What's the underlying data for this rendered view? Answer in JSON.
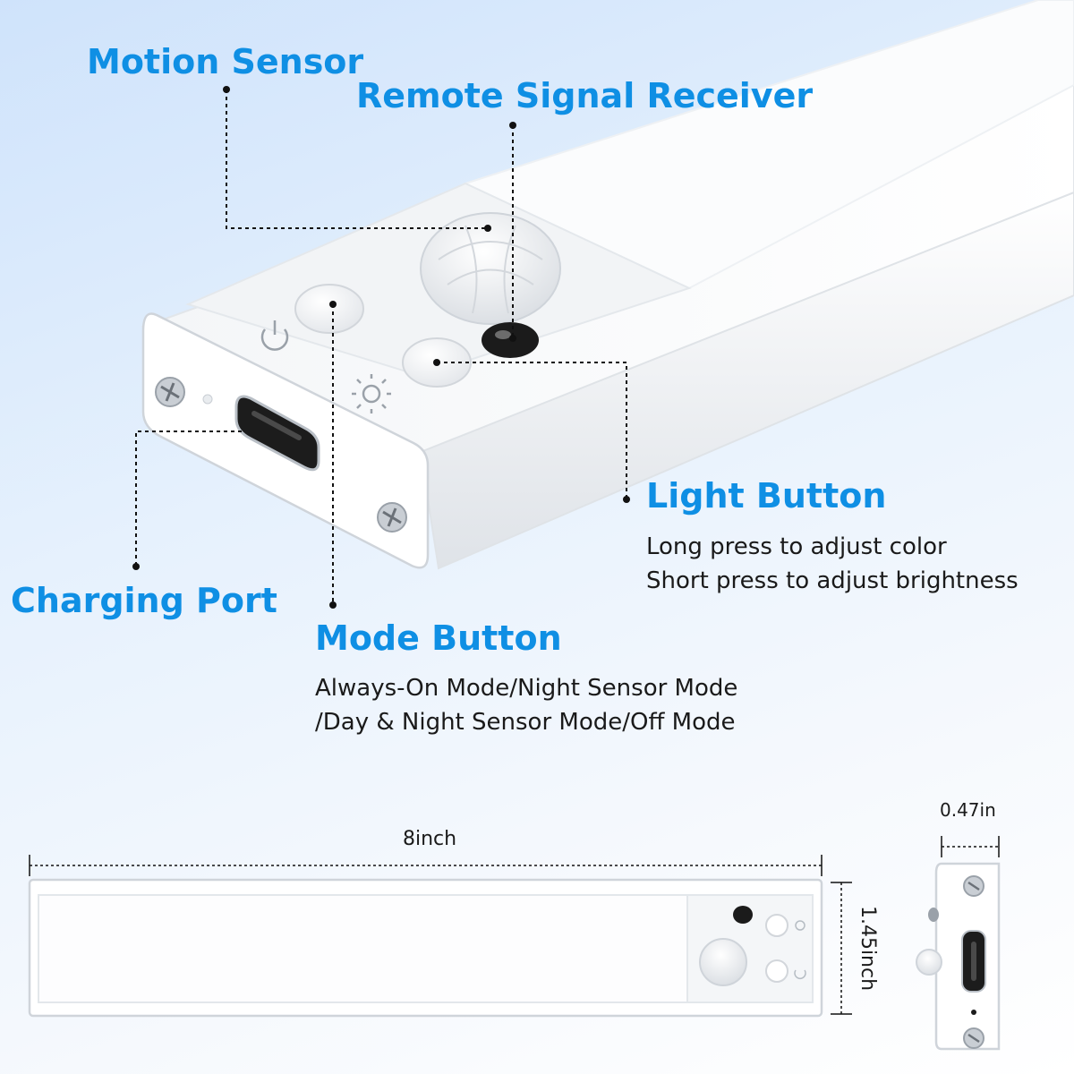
{
  "callouts": {
    "motion_sensor": {
      "title": "Motion Sensor"
    },
    "remote_receiver": {
      "title": "Remote Signal Receiver"
    },
    "light_button": {
      "title": "Light Button",
      "lines": [
        "Long press to adjust color",
        "Short press to adjust brightness"
      ]
    },
    "charging_port": {
      "title": "Charging Port"
    },
    "mode_button": {
      "title": "Mode Button",
      "lines": [
        "Always-On Mode/Night Sensor Mode",
        "/Day & Night Sensor Mode/Off Mode"
      ]
    }
  },
  "dimensions": {
    "length": "8inch",
    "height": "1.45inch",
    "thickness": "0.47in"
  },
  "colors": {
    "accent": "#0f8fe4",
    "leader": "#111111",
    "product": "#ffffff"
  },
  "icons": [
    "power-icon",
    "brightness-icon",
    "screw-icon",
    "usb-c-port-icon",
    "pir-dome-icon"
  ]
}
